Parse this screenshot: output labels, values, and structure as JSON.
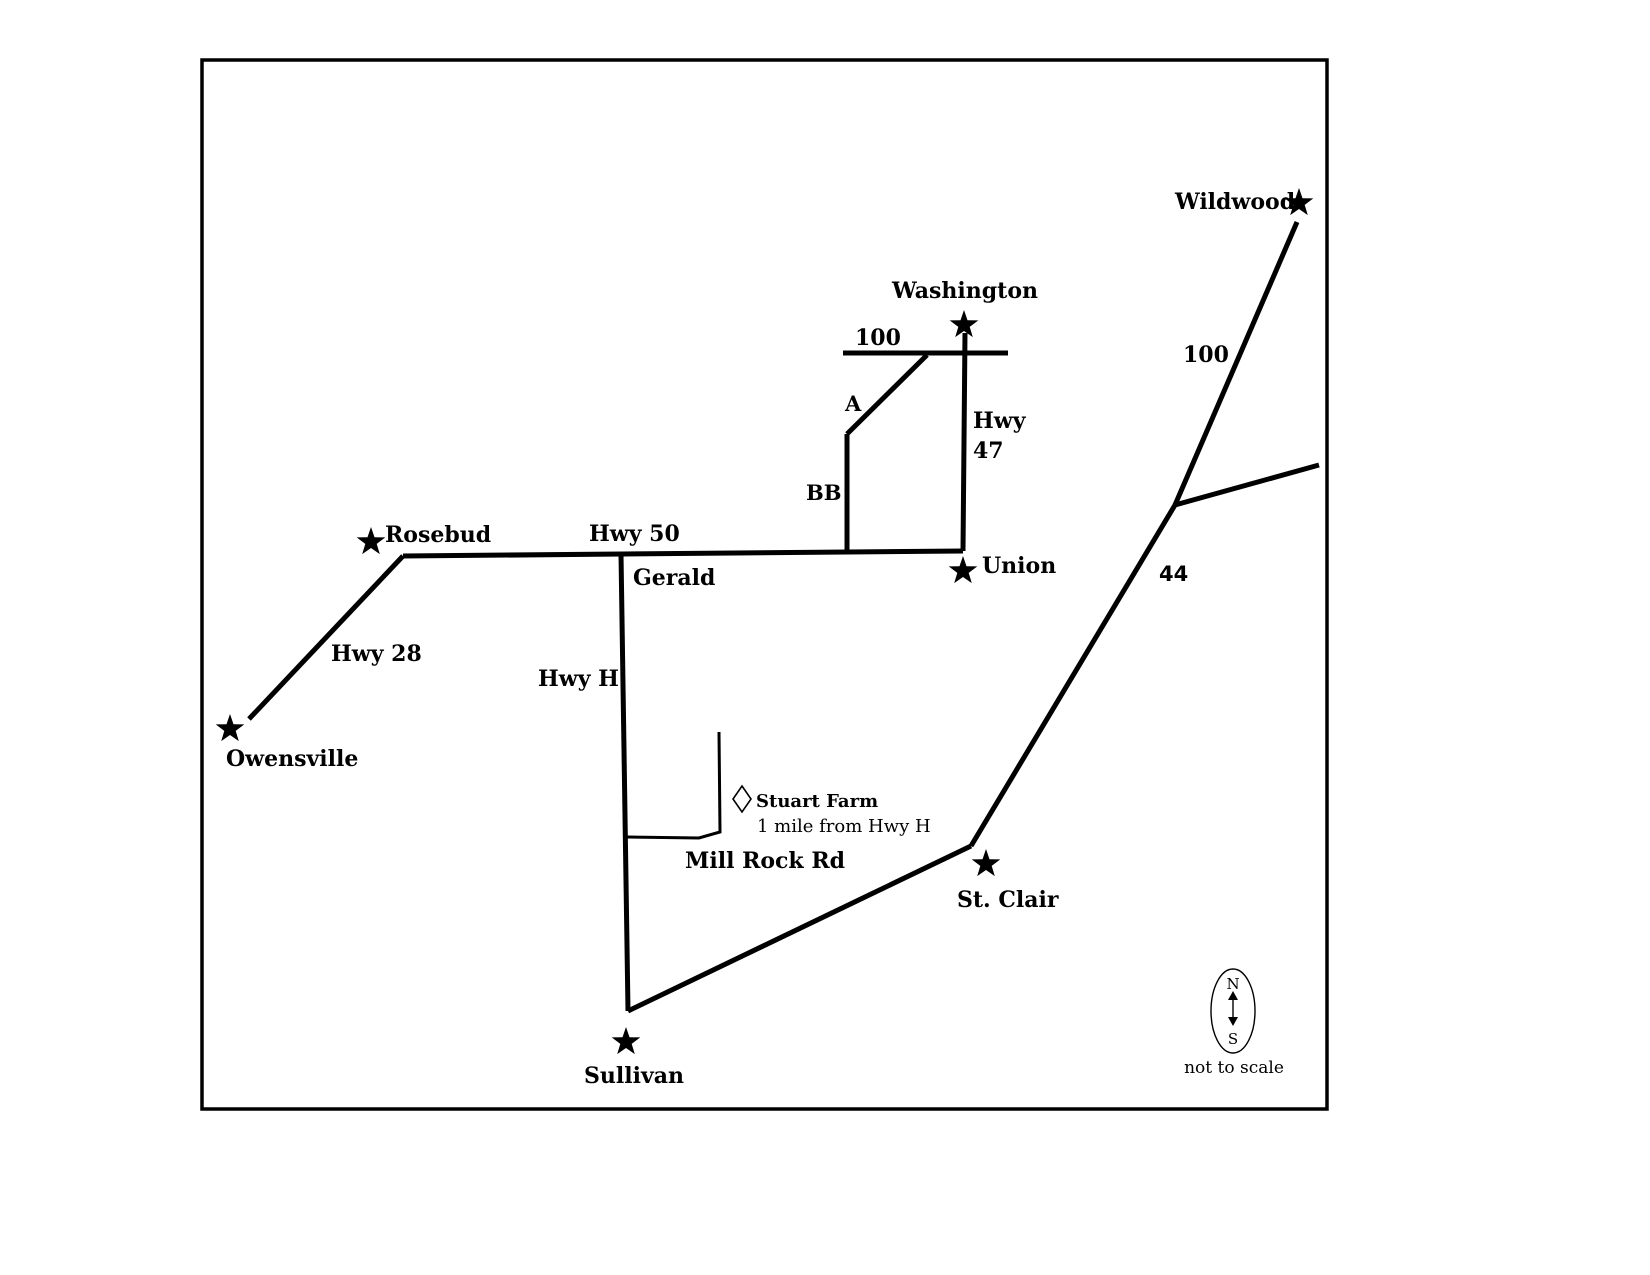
{
  "map": {
    "towns": {
      "wildwood": "Wildwood",
      "washington": "Washington",
      "rosebud": "Rosebud",
      "union": "Union",
      "owensville": "Owensville",
      "gerald": "Gerald",
      "st_clair": "St. Clair",
      "sullivan": "Sullivan"
    },
    "roads": {
      "hwy_100_top": "100",
      "hwy_100_right": "100",
      "hwy_a": "A",
      "hwy_47_line1": "Hwy",
      "hwy_47_line2": "47",
      "hwy_bb": "BB",
      "hwy_50": "Hwy 50",
      "hwy_44": "44",
      "hwy_28": "Hwy 28",
      "hwy_h": "Hwy H",
      "mill_rock_rd": "Mill Rock Rd"
    },
    "destination": {
      "name": "Stuart Farm",
      "note": "1 mile from Hwy H"
    },
    "compass": {
      "north": "N",
      "south": "S",
      "scale_note": "not to scale"
    }
  }
}
